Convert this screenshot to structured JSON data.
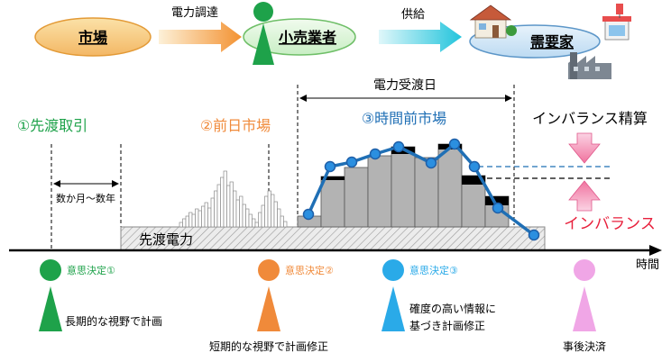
{
  "top_flow": {
    "market": "市場",
    "procure": "電力調達",
    "retailer": "小売業者",
    "supply": "供給",
    "consumer": "需要家"
  },
  "timeline": {
    "delivery_day": "電力受渡日",
    "phase1": "①先渡取引",
    "phase2": "②前日市場",
    "phase3": "③時間前市場",
    "settlement": "インバランス精算",
    "months_years": "数か月～数年",
    "forward_power": "先渡電力",
    "imbalance": "インバランス",
    "time": "時間"
  },
  "decisions": [
    {
      "label": "意思決定①",
      "note": [
        "長期的な視野で計画"
      ],
      "color": "#1ea24a"
    },
    {
      "label": "意思決定②",
      "note": [
        "短期的な視野で計画修正"
      ],
      "color": "#f08a3a"
    },
    {
      "label": "意思決定③",
      "note": [
        "確度の高い情報に",
        "基づき計画修正"
      ],
      "color": "#2aaae8"
    },
    {
      "label": "",
      "note": [
        "事後決済"
      ],
      "color": "#f0a6e6"
    }
  ],
  "colors": {
    "green": "#1ea24a",
    "orange": "#f08a3a",
    "blue": "#1f6fb5",
    "red": "#e8203c",
    "pink": "#f07aa8",
    "oval": "#f7c97b"
  }
}
